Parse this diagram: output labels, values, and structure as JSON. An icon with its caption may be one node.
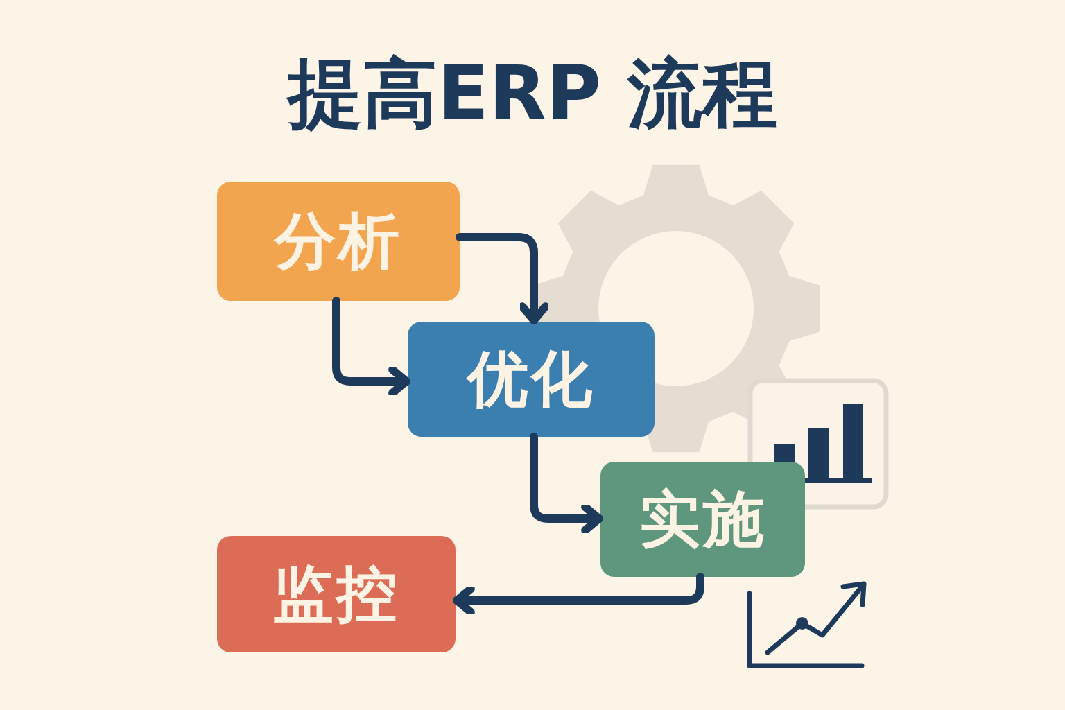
{
  "diagram": {
    "title": "提高ERP 流程",
    "nodes": [
      {
        "text": [
          "分析"
        ]
      },
      {
        "text": [
          "优化"
        ]
      },
      {
        "text": [
          "实施"
        ]
      },
      {
        "text": [
          "监控"
        ]
      }
    ],
    "edges": [
      {
        "from": 0,
        "to": 1,
        "arrow": "to"
      },
      {
        "from": 0,
        "to": 1,
        "arrow": "to"
      },
      {
        "from": 1,
        "to": 2,
        "arrow": "to"
      },
      {
        "from": 2,
        "to": 3,
        "arrow": "to"
      }
    ]
  }
}
